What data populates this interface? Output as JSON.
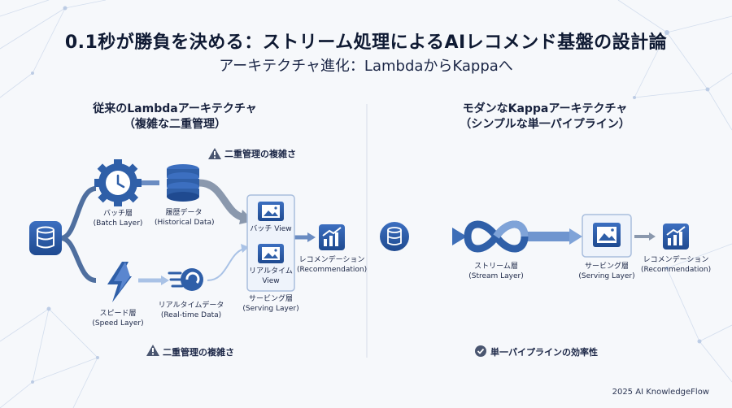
{
  "title": "0.1秒が勝負を決める：ストリーム処理によるAIレコメンド基盤の設計論",
  "subtitle": "アーキテクチャ進化：LambdaからKappaへ",
  "lambda": {
    "title_line1": "従来のLambdaアーキテクチャ",
    "title_line2": "（複雑な二重管理）",
    "warning_top": "二重管理の複雑さ",
    "warning_bottom": "二重管理の複雑さ",
    "batch_layer": {
      "name": "バッチ層",
      "en": "(Batch Layer)"
    },
    "historical_data": {
      "name": "履歴データ",
      "en": "(Historical Data)"
    },
    "speed_layer": {
      "name": "スピード層",
      "en": "(Speed Layer)"
    },
    "realtime_data": {
      "name": "リアルタイムデータ",
      "en": "(Real-time Data)"
    },
    "batch_view": "バッチ View",
    "realtime_view_line1": "リアルタイム",
    "realtime_view_line2": "View",
    "serving_layer": {
      "name": "サービング層",
      "en": "(Serving Layer)"
    },
    "recommendation": {
      "name": "レコメンデーション",
      "en": "(Recommendation)"
    }
  },
  "kappa": {
    "title_line1": "モダンなKappaアーキテクチャ",
    "title_line2": "（シンプルな単一パイプライン）",
    "stream_layer": {
      "name": "ストリーム層",
      "en": "(Stream Layer)"
    },
    "serving_layer": {
      "name": "サービング層",
      "en": "(Serving Layer)"
    },
    "recommendation": {
      "name": "レコメンデーション",
      "en": "(Recommendation)"
    },
    "benefit": "単一パイプラインの効率性"
  },
  "footer": "2025 AI KnowledgeFlow",
  "colors": {
    "primary": "#2f5fa8",
    "dark": "#1e3f7a",
    "light": "#a9c2e6",
    "accent": "#3d7bd9"
  }
}
